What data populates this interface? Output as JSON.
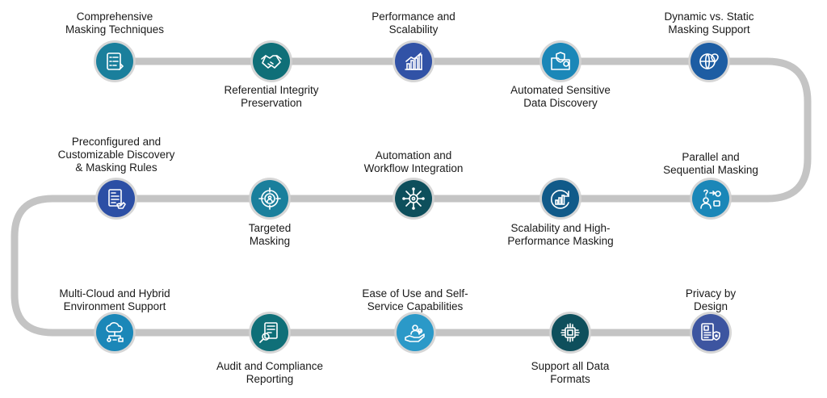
{
  "features": [
    {
      "label": "Comprehensive\nMasking Techniques",
      "icon": "checklist-icon",
      "color": "#1a7f9c"
    },
    {
      "label": "Referential Integrity\nPreservation",
      "icon": "handshake-icon",
      "color": "#0f6f78"
    },
    {
      "label": "Performance and\nScalability",
      "icon": "bar-chart-icon",
      "color": "#3152a6"
    },
    {
      "label": "Automated Sensitive\nData Discovery",
      "icon": "shield-folder-icon",
      "color": "#1b87b8"
    },
    {
      "label": "Dynamic vs. Static\nMasking Support",
      "icon": "globe-pin-icon",
      "color": "#1d5da3"
    },
    {
      "label": "Parallel and\nSequential Masking",
      "icon": "person-process-icon",
      "color": "#1b87b8"
    },
    {
      "label": "Scalability and High-\nPerformance Masking",
      "icon": "growth-circle-icon",
      "color": "#115a89"
    },
    {
      "label": "Automation and\nWorkflow Integration",
      "icon": "circuit-gear-icon",
      "color": "#0e4f5c"
    },
    {
      "label": "Targeted\nMasking",
      "icon": "target-people-icon",
      "color": "#1a7f9c"
    },
    {
      "label": "Preconfigured and\nCustomizable Discovery\n& Masking Rules",
      "icon": "document-hand-icon",
      "color": "#2c4fa5"
    },
    {
      "label": "Multi-Cloud and Hybrid\nEnvironment Support",
      "icon": "cloud-network-icon",
      "color": "#1b87b8"
    },
    {
      "label": "Audit and Compliance\nReporting",
      "icon": "report-search-icon",
      "color": "#0f6f78"
    },
    {
      "label": "Ease of Use and Self-\nService Capabilities",
      "icon": "hand-user-icon",
      "color": "#2b99c8"
    },
    {
      "label": "Support all Data\nFormats",
      "icon": "data-chip-icon",
      "color": "#0e4f5c"
    },
    {
      "label": "Privacy by\nDesign",
      "icon": "privacy-doc-icon",
      "color": "#3d55a0"
    }
  ]
}
